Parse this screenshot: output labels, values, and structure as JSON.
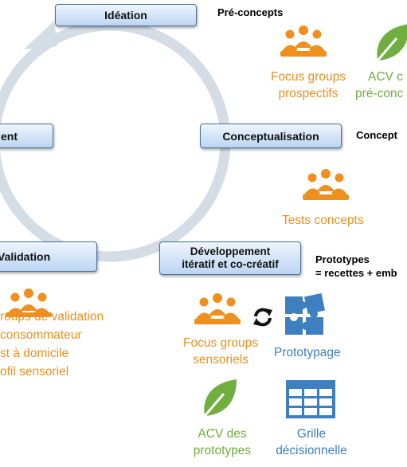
{
  "stages": {
    "ideation": "Idéation",
    "conceptualisation": "Conceptualisation",
    "developpement_line1": "Développement",
    "developpement_line2": "itératif et co-créatif",
    "validation": "Validation",
    "left_partial": "ent"
  },
  "outputs": {
    "pre_concepts": "Pré-concepts",
    "concepts": "Concept",
    "prototypes_line1": "Prototypes",
    "prototypes_line2": "= recettes + emb"
  },
  "tools": {
    "focus_prospectifs": [
      "Focus groups",
      "prospectifs"
    ],
    "acv_pre": [
      "ACV c",
      "pré-conc"
    ],
    "tests_concepts": "Tests concepts",
    "focus_sensoriels": [
      "Focus groups",
      "sensoriels"
    ],
    "prototypage": "Prototypage",
    "acv_prototypes": [
      "ACV des",
      "prototypes"
    ],
    "grille": [
      "Grille",
      "décisionnelle"
    ],
    "validation_list": [
      "roups de validation",
      "consommateur",
      "st à domicile",
      "ofil sensoriel"
    ]
  },
  "colors": {
    "orange": "#ef8f1d",
    "green": "#6fae3f",
    "blue": "#3d7fbf",
    "cycle": "#d4dce6"
  },
  "icons": [
    "people-group-icon",
    "leaf-icon",
    "refresh-icon",
    "puzzle-icon",
    "grid-table-icon"
  ]
}
